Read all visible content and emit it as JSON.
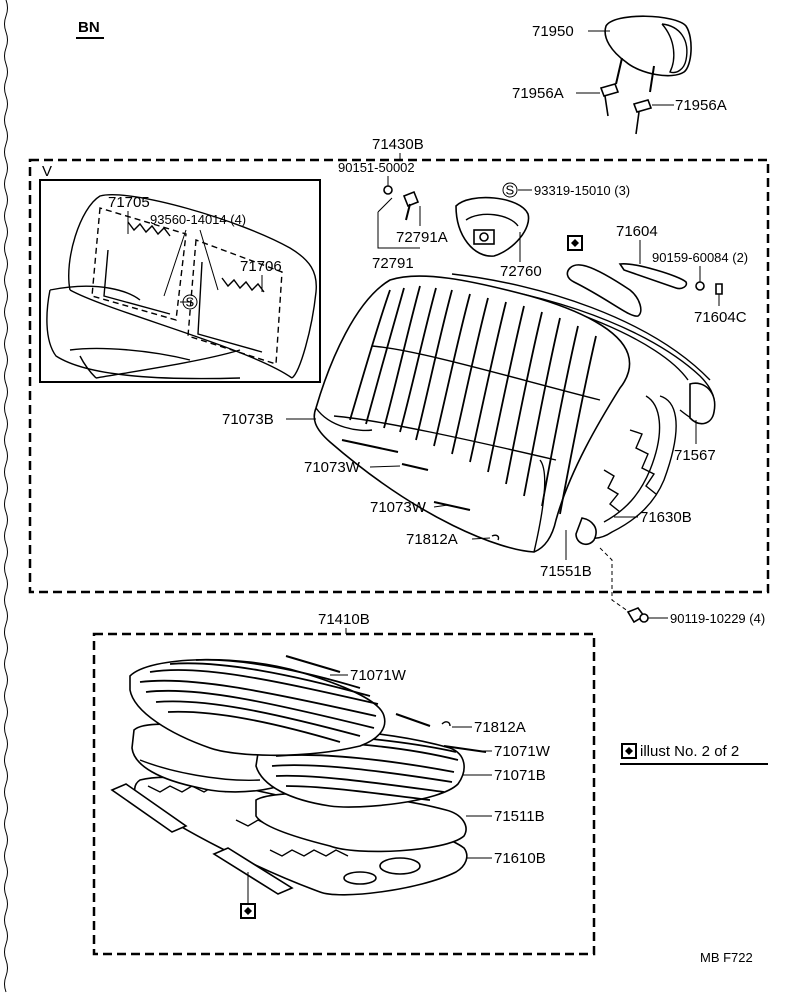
{
  "header": {
    "model_code": "BN"
  },
  "groups": {
    "seatback_assy": "71430B",
    "cushion_assy": "71410B"
  },
  "detail": {
    "view_letter": "V",
    "part_left": "71705",
    "part_right": "71706",
    "hog_ring": "93560-14014 (4)"
  },
  "parts": {
    "headrest": "71950",
    "support_left": "71956A",
    "support_right": "71956A",
    "bolt_90151": "90151-50002",
    "hog_ring_93319": "93319-15010 (3)",
    "lock_72791a": "72791A",
    "lock_72791": "72791",
    "cover_72760": "72760",
    "bracket_71604": "71604",
    "screw_90159": "90159-60084 (2)",
    "hinge_71604c": "71604C",
    "cover_71073b": "71073B",
    "wire_71073w_a": "71073W",
    "wire_71073w_b": "71073W",
    "clip_71812a_back": "71812A",
    "pad_71551b": "71551B",
    "frame_71630b": "71630B",
    "hinge_71567": "71567",
    "bolt_90119": "90119-10229 (4)",
    "wire_71071w_top": "71071W",
    "clip_71812a_cushion": "71812A",
    "wire_71071w_side": "71071W",
    "cover_71071b": "71071B",
    "pad_71511b": "71511B",
    "frame_71610b": "71610B"
  },
  "legend": {
    "illust_text": "illust No. 2 of 2"
  },
  "footer": {
    "code": "MB  F722"
  },
  "icons": {
    "s_symbol": "circled-s-icon",
    "diamond_symbol": "diamond-marker-icon"
  }
}
